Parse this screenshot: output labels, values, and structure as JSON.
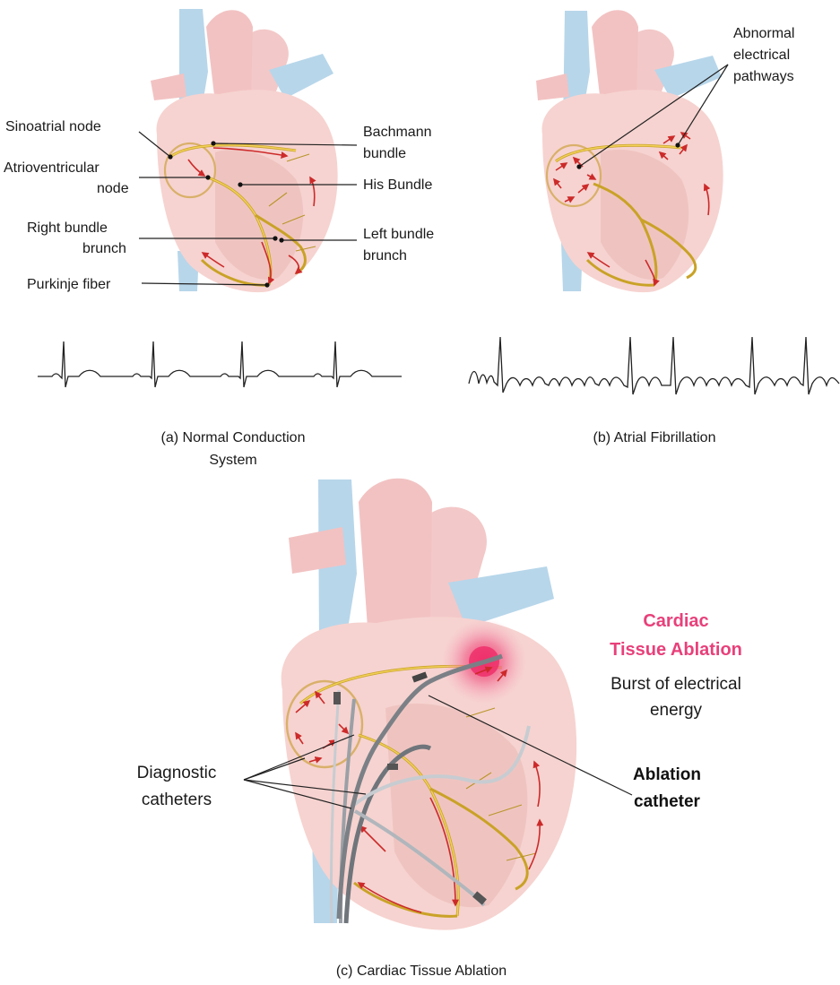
{
  "panel_a": {
    "labels": {
      "sinoatrial": "Sinoatrial node",
      "av_line1": "Atrioventricular",
      "av_line2": "node",
      "rbb_line1": "Right bundle",
      "rbb_line2": "brunch",
      "purkinje": "Purkinje fiber",
      "bachmann_line1": "Bachmann",
      "bachmann_line2": "bundle",
      "his": "His Bundle",
      "lbb_line1": "Left bundle",
      "lbb_line2": "brunch"
    },
    "caption_line1": "(a) Normal Conduction",
    "caption_line2": "System"
  },
  "panel_b": {
    "labels": {
      "abnormal_line1": "Abnormal",
      "abnormal_line2": "electrical",
      "abnormal_line3": "pathways"
    },
    "caption": "(b) Atrial Fibrillation"
  },
  "panel_c": {
    "highlight_line1": "Cardiac",
    "highlight_line2": "Tissue Ablation",
    "desc_line1": "Burst of electrical",
    "desc_line2": "energy",
    "diag_line1": "Diagnostic",
    "diag_line2": "catheters",
    "abl_line1": "Ablation",
    "abl_line2": "catheter",
    "caption": "(c) Cardiac Tissue Ablation"
  },
  "colors": {
    "heart": "#f6d3d0",
    "heart_dark": "#eab8b3",
    "vessel_blue": "#b7d6ea",
    "vessel_pink": "#f2c2c2",
    "conduction": "#c9a227",
    "arrow_red": "#cc2a2a",
    "ablation_pink": "#e8407a"
  }
}
